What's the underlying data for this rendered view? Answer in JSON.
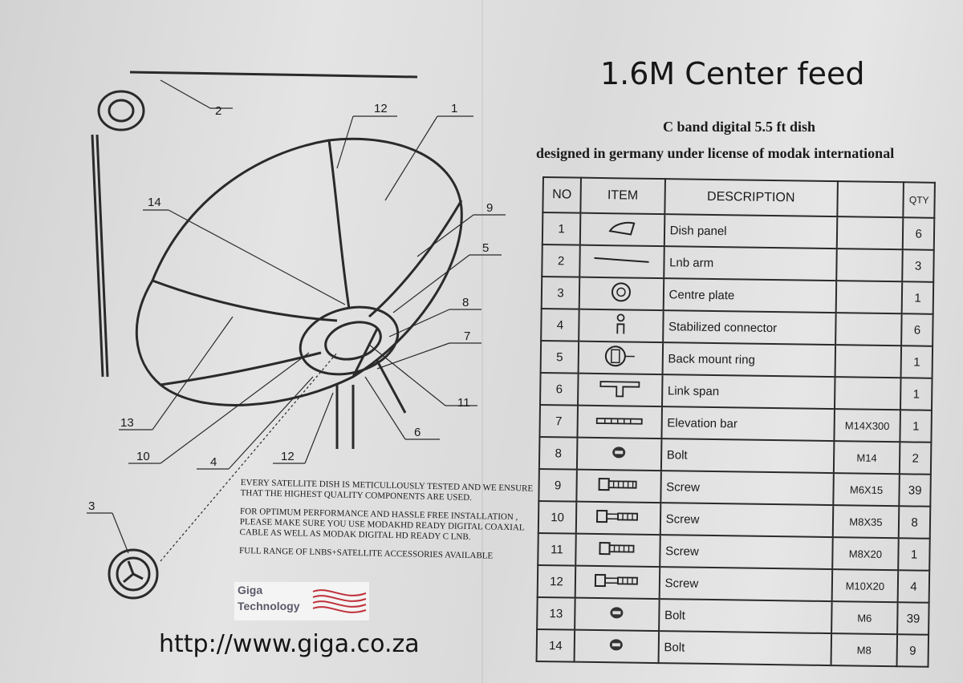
{
  "header": {
    "title": "1.6M Center feed",
    "subtitle": "C band digital 5.5 ft dish",
    "subtitle2": "designed in germany under license of modak international"
  },
  "diagram": {
    "callouts": [
      "2",
      "12",
      "1",
      "14",
      "9",
      "5",
      "8",
      "7",
      "11",
      "6",
      "13",
      "10",
      "4",
      "12",
      "3"
    ]
  },
  "notes": {
    "line1": "EVERY            SATELLITE DISH IS METICULLOUSLY TESTED AND WE ENSURE THAT THE HIGHEST QUALITY COMPONENTS ARE USED.",
    "line2": "FOR OPTIMUM PERFORMANCE AND HASSLE FREE INSTALLATION , PLEASE MAKE SURE YOU USE MODAKHD READY DIGITAL COAXIAL CABLE AS WELL AS MODAK DIGITAL HD READY C LNB.",
    "line3": "FULL RANGE OF LNBS+SATELLITE ACCESSORIES AVAILABLE"
  },
  "logo": {
    "line1": "Giga",
    "line2": "Technology"
  },
  "footer": {
    "url": "http://www.giga.co.za"
  },
  "table": {
    "headers": {
      "no": "NO",
      "item": "ITEM",
      "description": "DESCRIPTION",
      "size": "",
      "qty": "QTY"
    },
    "rows": [
      {
        "no": "1",
        "icon": "dish-panel-icon",
        "description": "Dish panel",
        "size": "",
        "qty": "6"
      },
      {
        "no": "2",
        "icon": "lnb-arm-icon",
        "description": "Lnb arm",
        "size": "",
        "qty": "3"
      },
      {
        "no": "3",
        "icon": "centre-plate-icon",
        "description": "Centre plate",
        "size": "",
        "qty": "1"
      },
      {
        "no": "4",
        "icon": "stabilized-connector-icon",
        "description": "Stabilized connector",
        "size": "",
        "qty": "6"
      },
      {
        "no": "5",
        "icon": "back-mount-ring-icon",
        "description": "Back mount ring",
        "size": "",
        "qty": "1"
      },
      {
        "no": "6",
        "icon": "link-span-icon",
        "description": "Link span",
        "size": "",
        "qty": "1"
      },
      {
        "no": "7",
        "icon": "elevation-bar-icon",
        "description": "Elevation bar",
        "size": "M14X300",
        "qty": "1"
      },
      {
        "no": "8",
        "icon": "nut-icon",
        "description": "Bolt",
        "size": "M14",
        "qty": "2"
      },
      {
        "no": "9",
        "icon": "screw-icon",
        "description": "Screw",
        "size": "M6X15",
        "qty": "39"
      },
      {
        "no": "10",
        "icon": "screw-icon",
        "description": "Screw",
        "size": "M8X35",
        "qty": "8"
      },
      {
        "no": "11",
        "icon": "screw-icon",
        "description": "Screw",
        "size": "M8X20",
        "qty": "1"
      },
      {
        "no": "12",
        "icon": "screw-icon",
        "description": "Screw",
        "size": "M10X20",
        "qty": "4"
      },
      {
        "no": "13",
        "icon": "nut-icon",
        "description": "Bolt",
        "size": "M6",
        "qty": "39"
      },
      {
        "no": "14",
        "icon": "nut-icon",
        "description": "Bolt",
        "size": "M8",
        "qty": "9"
      }
    ]
  }
}
